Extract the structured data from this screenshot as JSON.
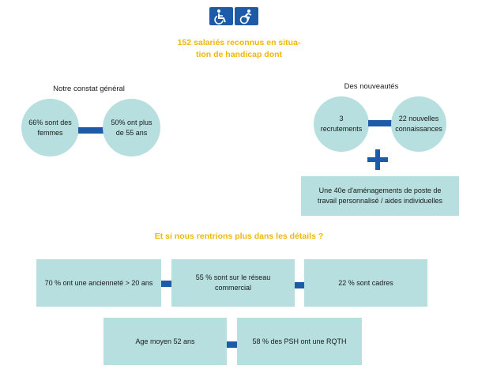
{
  "icons": {
    "left": "wheelchair-icon",
    "right": "active-wheelchair-icon",
    "color": "#1d5ba8"
  },
  "headline": {
    "line1": "152 salariés reconnus en situa-",
    "line2": "tion de handicap dont"
  },
  "constat": {
    "title": "Notre constat général",
    "circle1": "66% sont des femmes",
    "circle2": "50% ont plus de 55 ans"
  },
  "nouveautes": {
    "title": "Des nouveautés",
    "circle1": "3 recrutements",
    "circle2": "22 nouvelles connaissances",
    "box": "Une 40e d'aménagements de poste de travail personnalisé / aides individuelles"
  },
  "details": {
    "title": "Et si nous rentrions plus dans les détails ?",
    "row1": [
      "70 % ont une ancienneté > 20 ans",
      "55 % sont sur le réseau commercial",
      "22 % sont cadres"
    ],
    "row2": [
      "Age moyen 52 ans",
      "58 % des PSH ont une RQTH"
    ]
  },
  "colors": {
    "accent": "#f2b705",
    "connector": "#1d5ba8",
    "shape_fill": "#b7dfdf"
  }
}
